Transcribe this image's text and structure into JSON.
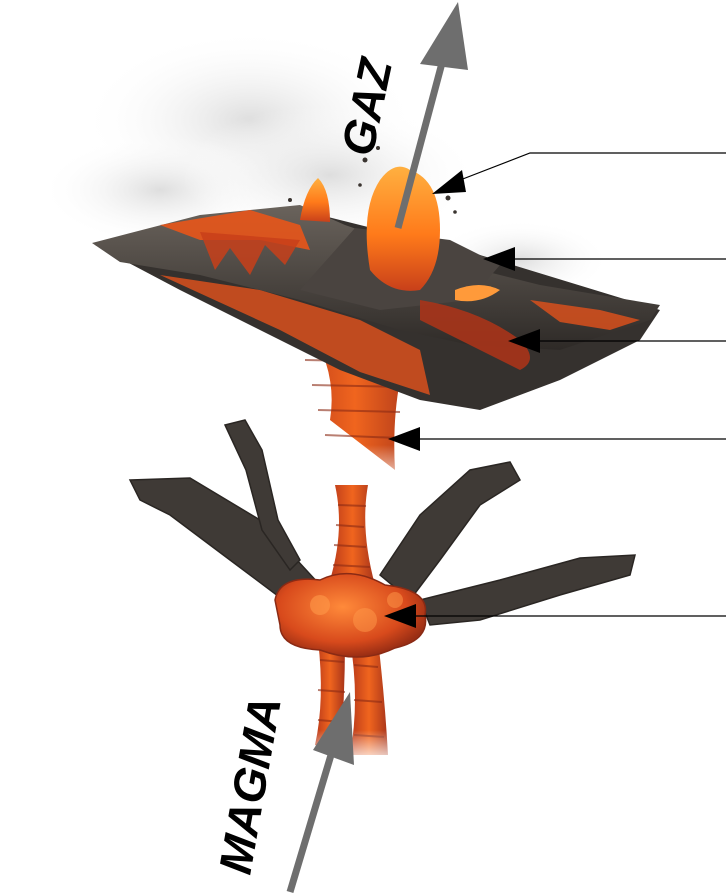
{
  "labels": {
    "gas": "GAZ",
    "magma": "MAGMA"
  },
  "colors": {
    "lava_bright": "#ff7a1a",
    "lava_mid": "#e8551a",
    "lava_dark": "#b8381a",
    "rock_dark": "#3c3834",
    "rock_mid": "#5a544e",
    "arrow_gray": "#6e6e6e",
    "leader_line": "#000000",
    "smoke": "#e9e9e9"
  },
  "leader_count": 5
}
